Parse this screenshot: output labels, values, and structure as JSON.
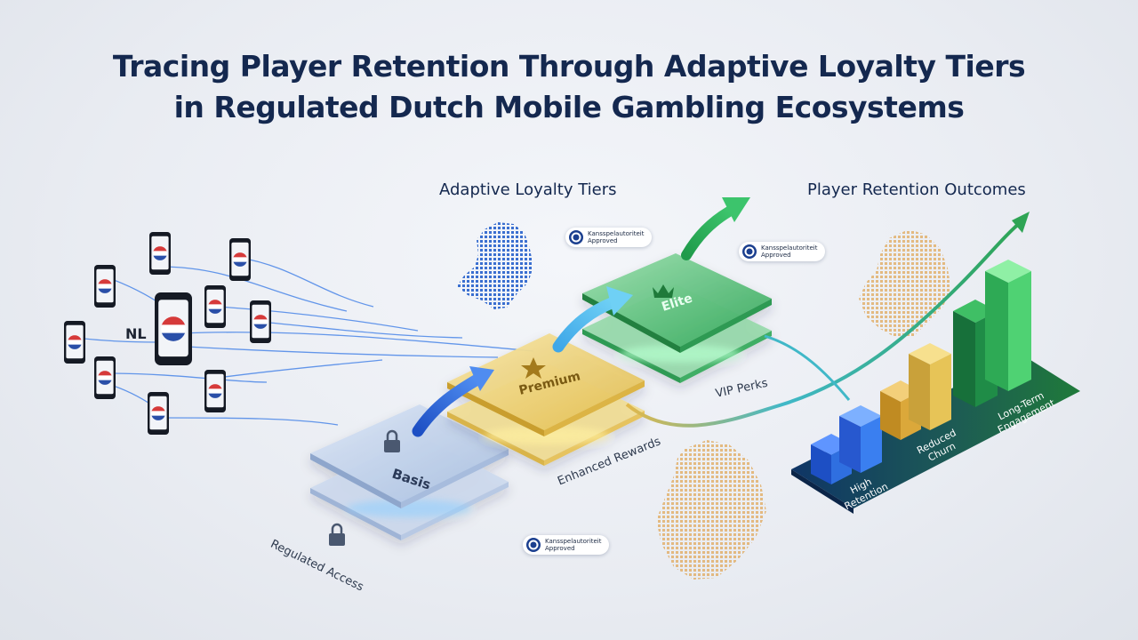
{
  "title": {
    "line1": "Tracing Player Retention Through Adaptive Loyalty Tiers",
    "line2": "in Regulated Dutch Mobile Gambling Ecosystems"
  },
  "sections": {
    "tiers": "Adaptive Loyalty Tiers",
    "outcomes": "Player Retention Outcomes"
  },
  "network": {
    "country_label": "NL"
  },
  "tiers": [
    {
      "name": "Basis",
      "caption": "Regulated Access",
      "color": "#b9cbe6",
      "icon": "padlock-icon"
    },
    {
      "name": "Premium",
      "caption": "Enhanced Rewards",
      "color": "#eccf6f",
      "icon": "star-icon"
    },
    {
      "name": "Elite",
      "caption": "VIP Perks",
      "color": "#56c27a",
      "icon": "crown-icon"
    }
  ],
  "badges": [
    {
      "line1": "Kansspelautoriteit",
      "line2": "Approved"
    },
    {
      "line1": "Kansspelautoriteit",
      "line2": "Approved"
    },
    {
      "line1": "Kansspelautoriteit",
      "line2": "Approved"
    }
  ],
  "outcomes": [
    {
      "label_lines": [
        "High",
        "Retention"
      ]
    },
    {
      "label_lines": [
        "Reduced",
        "Churn"
      ]
    },
    {
      "label_lines": [
        "Long-Term",
        "Engagement"
      ]
    }
  ],
  "colors": {
    "title": "#14284f",
    "basis": "#b9cbe6",
    "premium": "#eccf6f",
    "elite": "#56c27a",
    "retention_blue": "#2f6fe0",
    "churn_gold": "#e7b84a",
    "engagement_green": "#35b45c",
    "platform": "#1c3f6e",
    "dutch_red": "#d63a3a",
    "dutch_blue": "#2a4fa8"
  }
}
